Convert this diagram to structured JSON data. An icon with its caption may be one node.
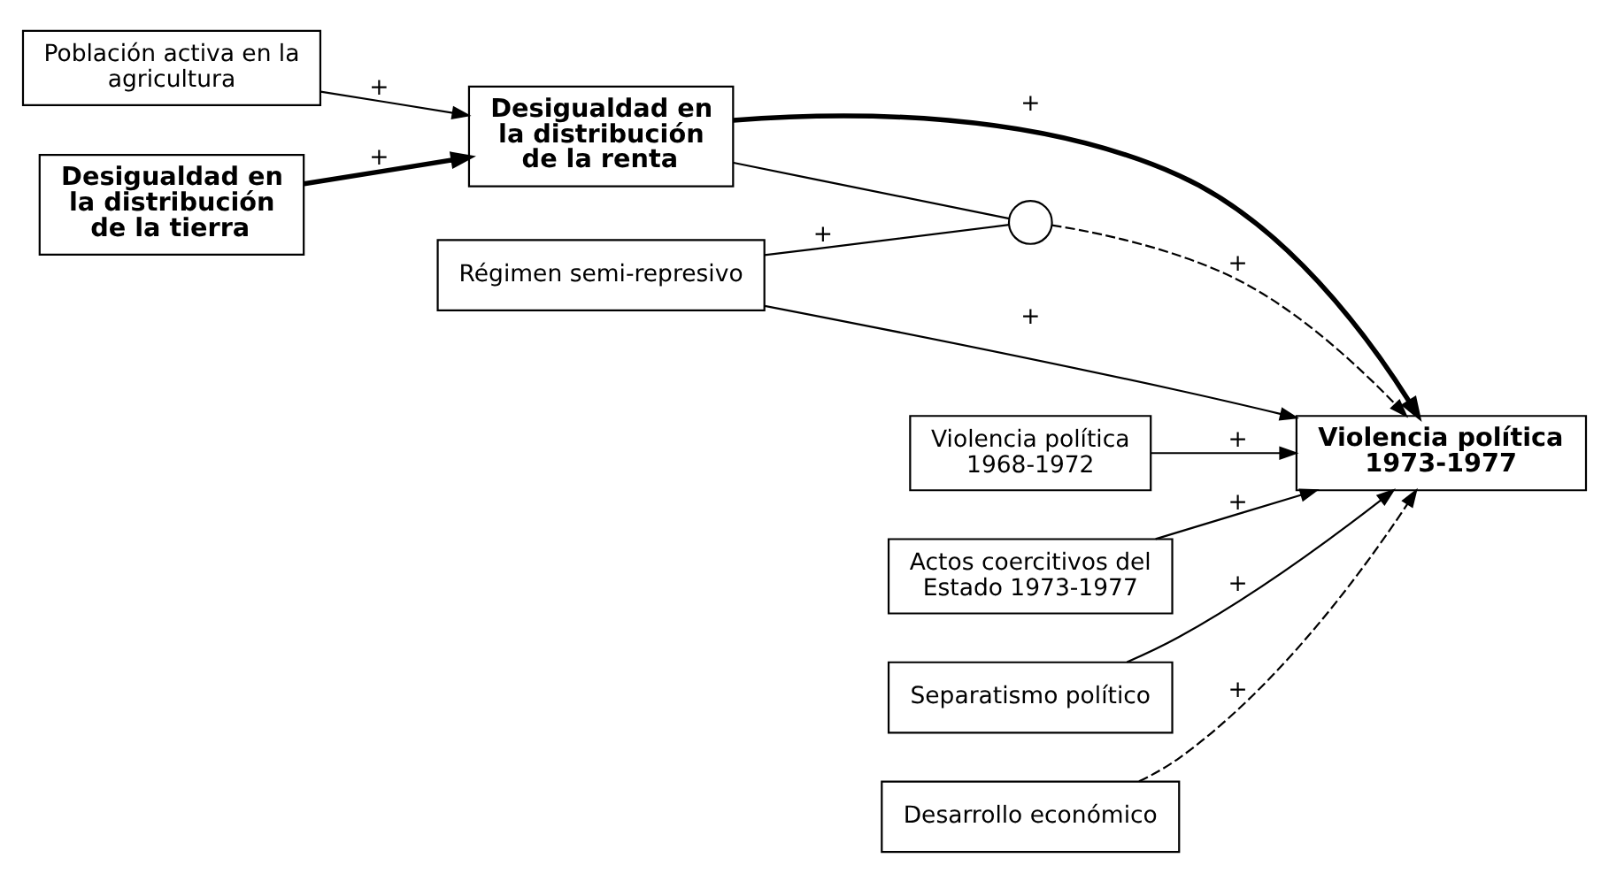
{
  "diagram": {
    "nodes": [
      {
        "text": [
          "Población activa en la agricultura"
        ]
      },
      {
        "text": [
          "Desigualdad en la distribución de la tierra"
        ]
      },
      {
        "text": [
          "Desigualdad en la distribución de la renta"
        ]
      },
      {
        "text": [
          "Régimen semi-represivo"
        ]
      },
      {
        "text": [],
        "shape": "circle"
      },
      {
        "text": [
          "Violencia política 1973-1977"
        ]
      },
      {
        "text": [
          "Violencia política 1968-1972"
        ]
      },
      {
        "text": [
          "Actos coercitivos del Estado 1973-1977"
        ]
      },
      {
        "text": [
          "Separatismo político"
        ]
      },
      {
        "text": [
          "Desarrollo económico"
        ]
      }
    ],
    "edges": [
      {
        "from": 0,
        "to": 2,
        "arrow": "to",
        "label": "+"
      },
      {
        "from": 1,
        "to": 2,
        "arrow": "to",
        "label": "+",
        "style": "thick"
      },
      {
        "from": 3,
        "to": 4,
        "arrow": "none",
        "label": "+"
      },
      {
        "from": 2,
        "to": 4,
        "arrow": "none"
      },
      {
        "from": 3,
        "to": 5,
        "arrow": "to",
        "label": "+"
      },
      {
        "from": 4,
        "to": 5,
        "arrow": "to",
        "label": "+",
        "style": "dashed"
      },
      {
        "from": 2,
        "to": 5,
        "arrow": "to",
        "label": "+",
        "style": "thick"
      },
      {
        "from": 6,
        "to": 5,
        "arrow": "to",
        "label": "+"
      },
      {
        "from": 7,
        "to": 5,
        "arrow": "to",
        "label": "+"
      },
      {
        "from": 8,
        "to": 5,
        "arrow": "to",
        "label": "+"
      },
      {
        "from": 9,
        "to": 5,
        "arrow": "to",
        "label": "+",
        "style": "dashed"
      }
    ]
  }
}
